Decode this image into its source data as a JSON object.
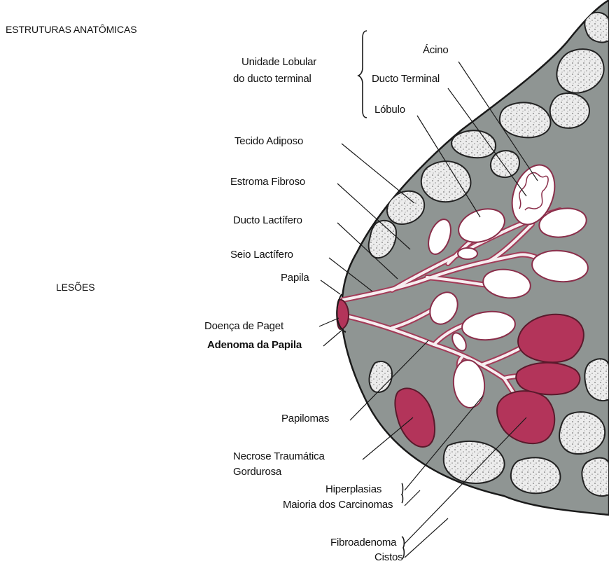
{
  "sections": {
    "structures": "ESTRUTURAS ANATÔMICAS",
    "lesions": "LESÕES"
  },
  "structures": {
    "acino": "Ácino",
    "unidade_line1": "Unidade Lobular",
    "unidade_line2": "do ducto terminal",
    "ducto_terminal": "Ducto Terminal",
    "lobulo": "Lóbulo",
    "tecido_adiposo": "Tecido Adiposo",
    "estroma_fibroso": "Estroma Fibroso",
    "ducto_lactifero": "Ducto Lactífero",
    "seio_lactifero": "Seio Lactífero",
    "papila": "Papila"
  },
  "lesions": {
    "doenca_paget": "Doença de Paget",
    "adenoma_papila": "Adenoma da Papila",
    "papilomas": "Papilomas",
    "necrose_line1": "Necrose Traumática",
    "necrose_line2": "Gordurosa",
    "hiperplasias": "Hiperplasias",
    "carcinomas": "Maioria dos Carcinomas",
    "fibroadenoma": "Fibroadenoma",
    "cistos": "Cistos"
  },
  "colors": {
    "tissue": "#8f9593",
    "outline": "#1a1a1a",
    "fat": "#e9e9e9",
    "duct": "#f7eef0",
    "lesion": "#b3345a"
  }
}
